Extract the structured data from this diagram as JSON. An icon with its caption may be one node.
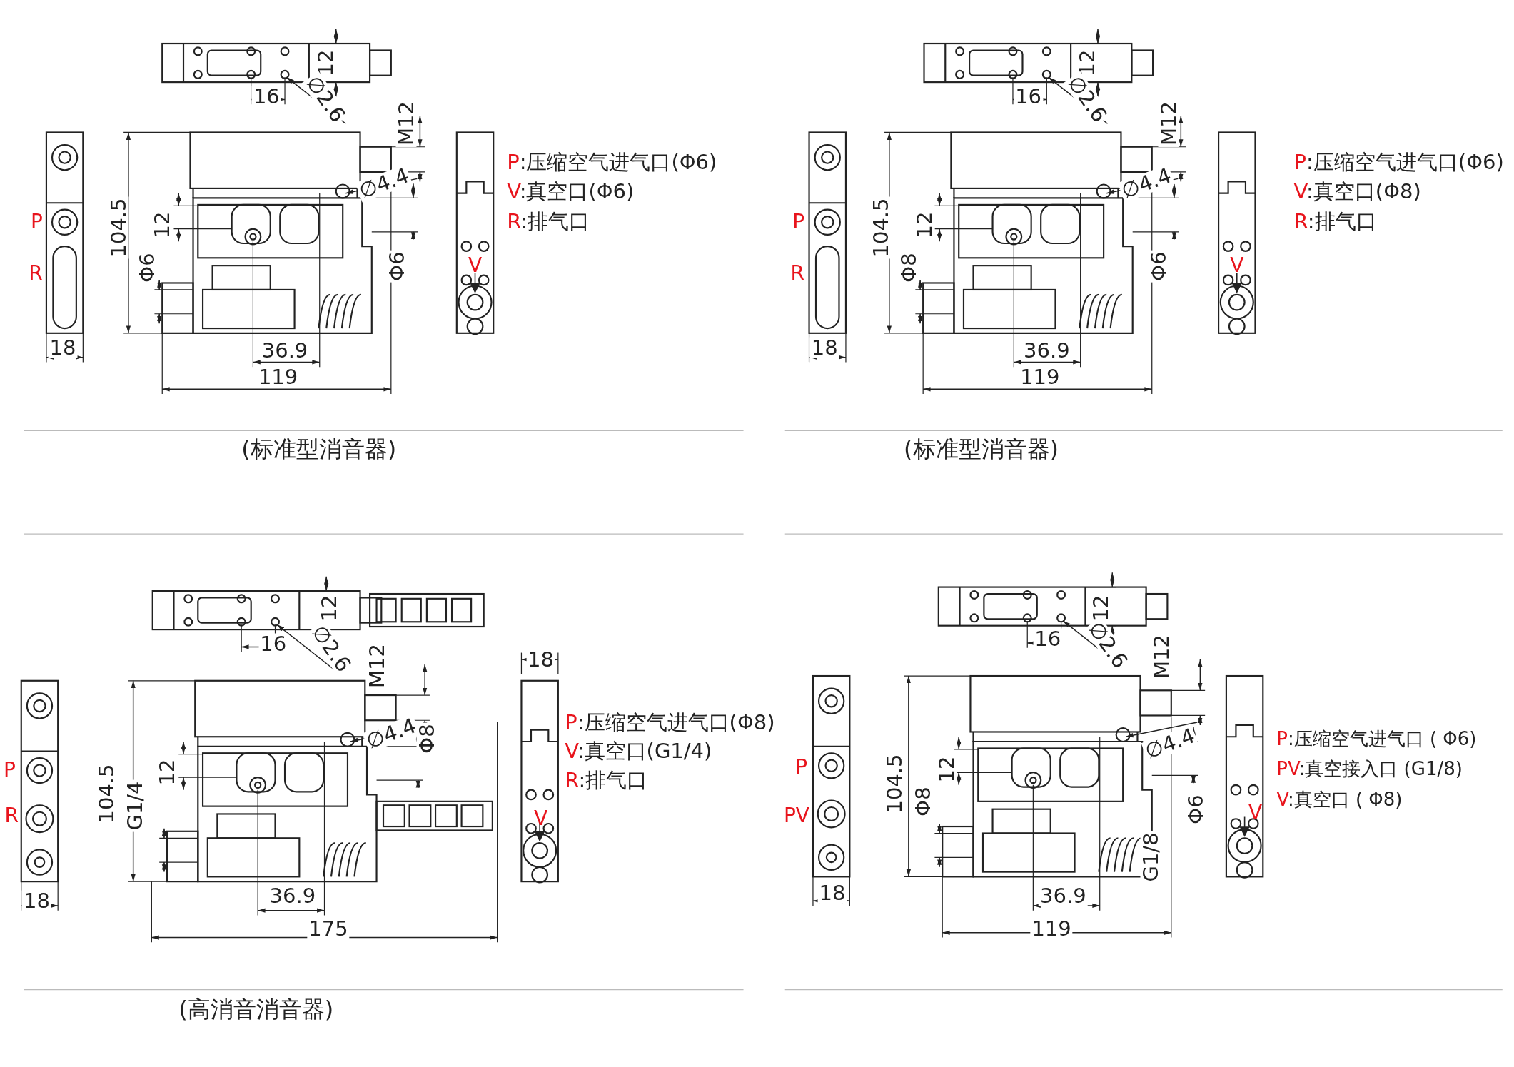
{
  "diagram": {
    "labels": [
      "12",
      "16",
      "∅2.6",
      "M12",
      "P",
      "R",
      "104.5",
      "12",
      "Φ6",
      "∅4.4",
      "Φ6",
      "V",
      "18",
      "36.9",
      "119",
      "P:压缩空气进气口(Φ6)",
      "V:真空口(Φ6)",
      "R:排气口",
      "(标准型消音器)",
      "12",
      "16",
      "∅2.6",
      "M12",
      "P",
      "R",
      "104.5",
      "12",
      "Φ8",
      "∅4.4",
      "Φ6",
      "V",
      "18",
      "36.9",
      "119",
      "P:压缩空气进气口(Φ6)",
      "V:真空口(Φ8)",
      "R:排气口",
      "(标准型消音器)",
      "12",
      "16",
      "∅2.6",
      "M12",
      "P",
      "R",
      "104.5",
      "12",
      "G1/4",
      "∅4.4",
      "Φ8",
      "18",
      "V",
      "18",
      "36.9",
      "175",
      "P:压缩空气进气口(Φ8)",
      "V:真空口(G1/4)",
      "R:排气口",
      "(高消音消音器)",
      "12",
      "16",
      "∅2.6",
      "M12",
      "P",
      "PV",
      "104.5",
      "12",
      "Φ8",
      "∅4.4",
      "Φ6",
      "G1/8",
      "V",
      "18",
      "36.9",
      "119",
      "P:压缩空气进气口 ( Φ6)",
      "PV:真空接入口 (G1/8)",
      "V:真空口 ( Φ8)"
    ]
  }
}
